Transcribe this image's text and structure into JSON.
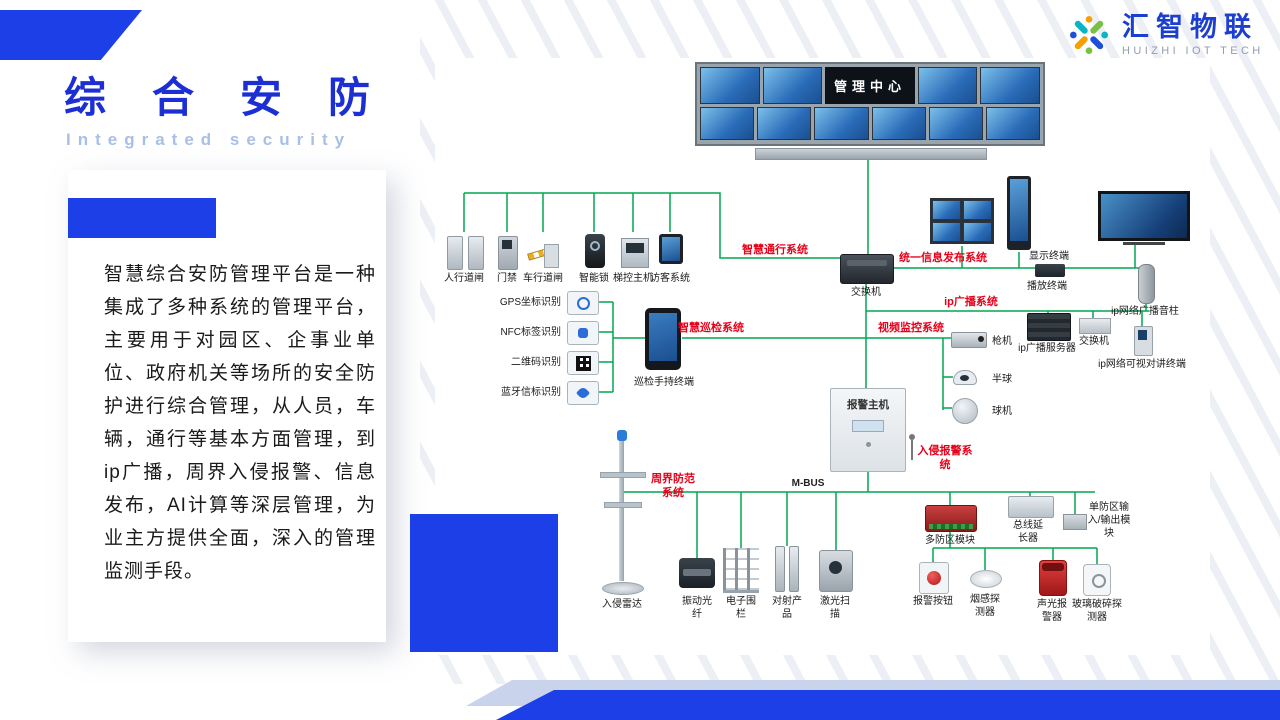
{
  "logo": {
    "brand": "汇智物联",
    "brand_sub": "HUIZHI IOT TECH"
  },
  "header": {
    "title": "综合安防",
    "subtitle": "Integrated security"
  },
  "intro": {
    "paragraph": "智慧综合安防管理平台是一种集成了多种系统的管理平台，主要用于对园区、企事业单位、政府机关等场所的安全防护进行综合管理，从人员，车辆，通行等基本方面管理，到ip广播，周界入侵报警、信息发布，AI计算等深层管理，为业主方提供全面，深入的管理监测手段。"
  },
  "diagram": {
    "management_center": "管理中心",
    "bus": "M-BUS",
    "systems": {
      "access": "智慧通行系统",
      "publish": "统一信息发布系统",
      "broadcast": "ip广播系统",
      "video": "视频监控系统",
      "patrol": "智慧巡检系统",
      "intrusion": "入侵报警系统",
      "perimeter": "周界防范系统"
    },
    "devices": {
      "pedestrian_gate": "人行道闸",
      "door_access": "门禁",
      "vehicle_gate": "车行道闸",
      "smart_lock": "智能锁",
      "elevator_host": "梯控主机",
      "visitor_system": "访客系统",
      "switch_main": "交换机",
      "display_terminal": "显示终端",
      "play_terminal": "播放终端",
      "broadcast_server": "ip广播服务器",
      "switch_2": "交换机",
      "speaker_column": "ip网络广播音柱",
      "intercom_terminal": "ip网络可视对讲终端",
      "bullet_camera": "枪机",
      "dome_camera": "半球",
      "ptz_camera": "球机",
      "gps_id": "GPS坐标识别",
      "nfc_id": "NFC标签识别",
      "qr_id": "二维码识别",
      "ble_id": "蓝牙信标识别",
      "patrol_handheld": "巡检手持终端",
      "alarm_host": "报警主机",
      "intrusion_radar": "入侵雷达",
      "vibration_fiber": "振动光纤",
      "electric_fence": "电子围栏",
      "beam_product": "对射产品",
      "laser_scan": "激光扫描",
      "multi_zone_module": "多防区模块",
      "bus_extender": "总线延长器",
      "single_zone_module": "单防区输入/输出模块",
      "alarm_button": "报警按钮",
      "smoke_detector": "烟感探测器",
      "sound_light_alarm": "声光报警器",
      "glass_break_detector": "玻璃破碎探测器"
    }
  },
  "colors": {
    "accent_blue": "#1d3fe8",
    "title_blue": "#1c2fd4",
    "line_green": "#00a651",
    "label_red": "#e8001a"
  }
}
